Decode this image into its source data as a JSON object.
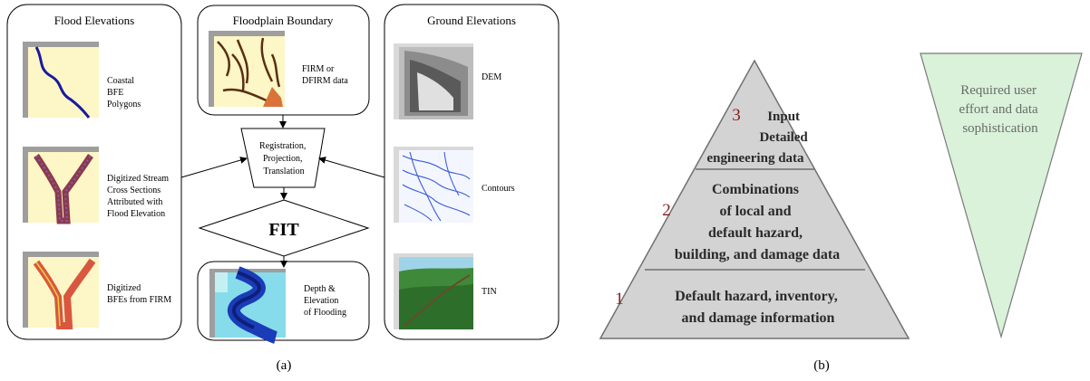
{
  "panel_a": {
    "flood": {
      "title": "Flood Elevations",
      "items": [
        {
          "lines": [
            "Coastal",
            "BFE",
            "Polygons"
          ]
        },
        {
          "lines": [
            "Digitized Stream",
            "Cross Sections",
            "Attributed with",
            "Flood Elevation"
          ]
        },
        {
          "lines": [
            "Digitized",
            "BFEs from FIRM"
          ]
        }
      ]
    },
    "floodplain": {
      "title": "Floodplain Boundary",
      "lines": [
        "FIRM or",
        "DFIRM data"
      ]
    },
    "process": {
      "lines": [
        "Registration,",
        "Projection,",
        "Translation"
      ]
    },
    "fit": "FIT",
    "result": {
      "lines": [
        "Depth &",
        "Elevation",
        "of Flooding"
      ]
    },
    "ground": {
      "title": "Ground Elevations",
      "items": [
        {
          "lines": [
            "DEM"
          ]
        },
        {
          "lines": [
            "Contours"
          ]
        },
        {
          "lines": [
            "TIN"
          ]
        }
      ]
    },
    "caption": "(a)"
  },
  "panel_b": {
    "levels": [
      {
        "number": "3",
        "lines": [
          "Input",
          "Detailed",
          "engineering data"
        ]
      },
      {
        "number": "2",
        "lines": [
          "Combinations",
          "of local and",
          "default hazard,",
          "building, and damage data"
        ]
      },
      {
        "number": "1",
        "lines": [
          "Default hazard, inventory,",
          "and damage information"
        ]
      }
    ],
    "effort": {
      "lines": [
        "Required user",
        "effort and data",
        "sophistication"
      ]
    },
    "caption": "(b)",
    "colors": {
      "pyramid": "#d3d3d3",
      "effort": "#d9f2d9",
      "numbers": "#8b1a1a"
    }
  }
}
